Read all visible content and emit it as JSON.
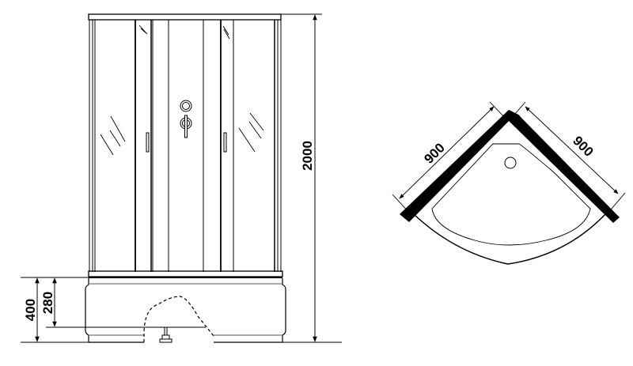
{
  "diagram": {
    "type": "technical-drawing",
    "subject": "quarter-round shower cabin",
    "views": [
      "front-elevation",
      "plan-top-view"
    ],
    "colors": {
      "line": "#000000",
      "background": "#ffffff"
    }
  },
  "front_view": {
    "dimensions": {
      "total_height": "2000",
      "tray_height": "400",
      "tray_inner_height": "280"
    }
  },
  "plan_view": {
    "dimensions": {
      "side_left": "900",
      "side_right": "900"
    }
  }
}
